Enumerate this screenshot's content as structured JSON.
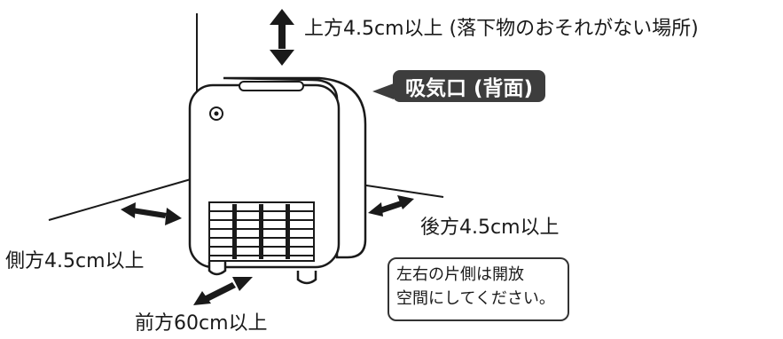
{
  "labels": {
    "top": "上方4.5cm以上 (落下物のおそれがない場所)",
    "back_vent": "吸気口 (背面)",
    "back": "後方4.5cm以上",
    "side": "側方4.5cm以上",
    "front": "前方60cm以上"
  },
  "note": {
    "line1": "左右の片側は開放",
    "line2": "空間にしてください。"
  },
  "colors": {
    "ink": "#1a1a1a",
    "badge_bg": "#3d3d3d",
    "badge_text": "#ffffff"
  }
}
